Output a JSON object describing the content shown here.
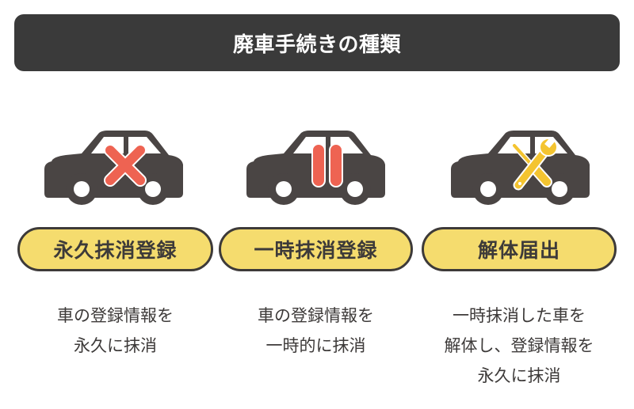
{
  "header": {
    "title": "廃車手続きの種類"
  },
  "colors": {
    "header_bg": "#3a3a3a",
    "car": "#4a4544",
    "pill_fill": "#f5dc6e",
    "pill_border": "#3d3a39",
    "red_icon": "#ee6352",
    "yellow_icon": "#f4c430",
    "text": "#3d3a39"
  },
  "procedures": [
    {
      "icon": "car-cross-icon",
      "label": "永久抹消登録",
      "description": [
        "車の登録情報を",
        "永久に抹消"
      ]
    },
    {
      "icon": "car-pause-icon",
      "label": "一時抹消登録",
      "description": [
        "車の登録情報を",
        "一時的に抹消"
      ]
    },
    {
      "icon": "car-tools-icon",
      "label": "解体届出",
      "description": [
        "一時抹消した車を",
        "解体し、登録情報を",
        "永久に抹消"
      ]
    }
  ]
}
